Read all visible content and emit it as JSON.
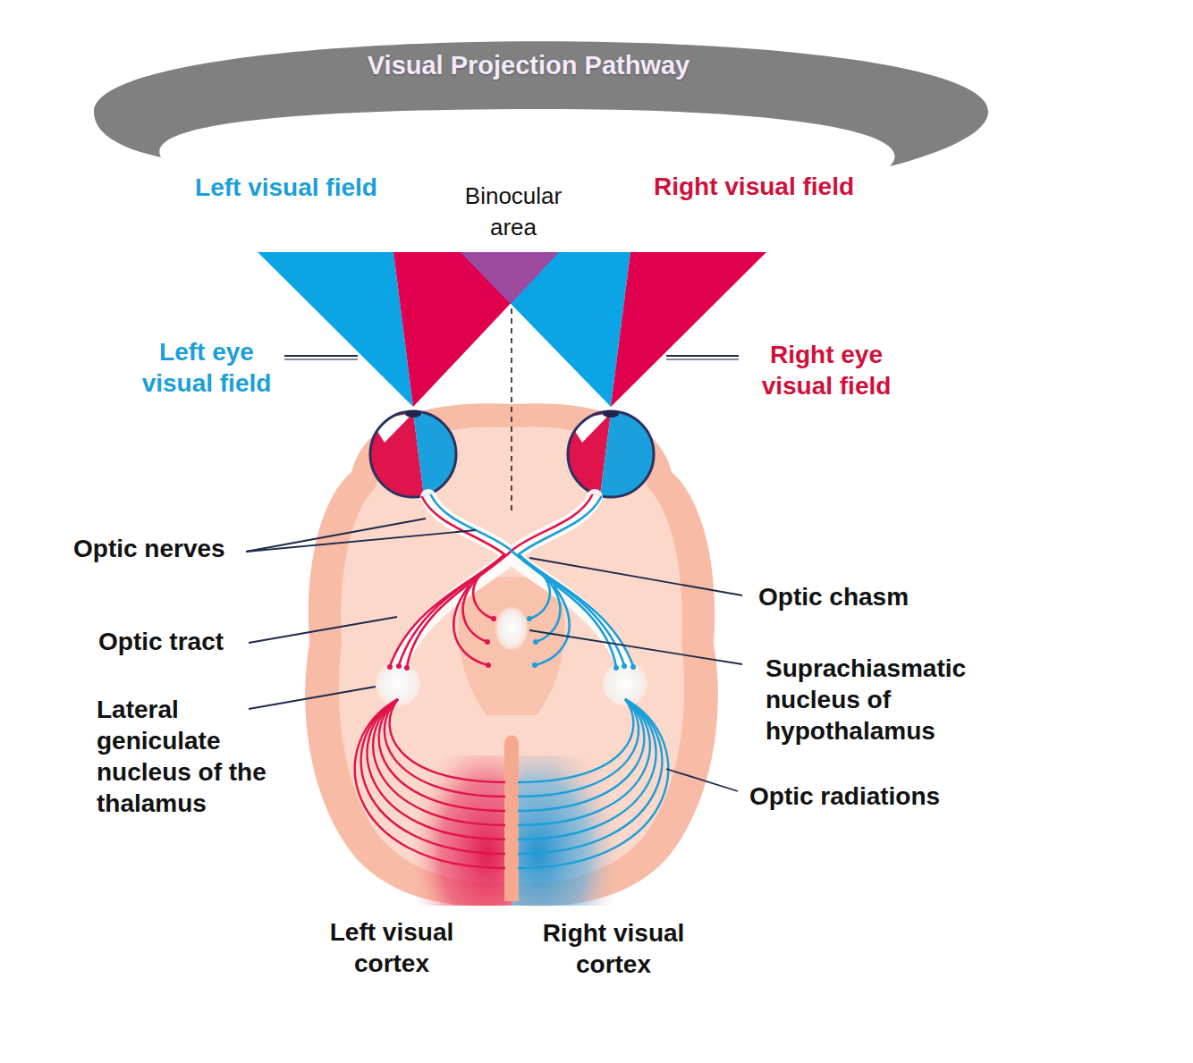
{
  "diagram": {
    "title": "Visual Projection Pathway",
    "labels": [
      "Left visual field",
      "Binocular area",
      "Right visual field",
      "Left eye visual field",
      "Right eye visual field",
      "Optic nerves",
      "Optic chasm",
      "Optic tract",
      "Suprachiasmatic nucleus of hypothalamus",
      "Lateral geniculate nucleus of the thalamus",
      "Optic radiations",
      "Left visual cortex",
      "Right visual cortex"
    ]
  }
}
